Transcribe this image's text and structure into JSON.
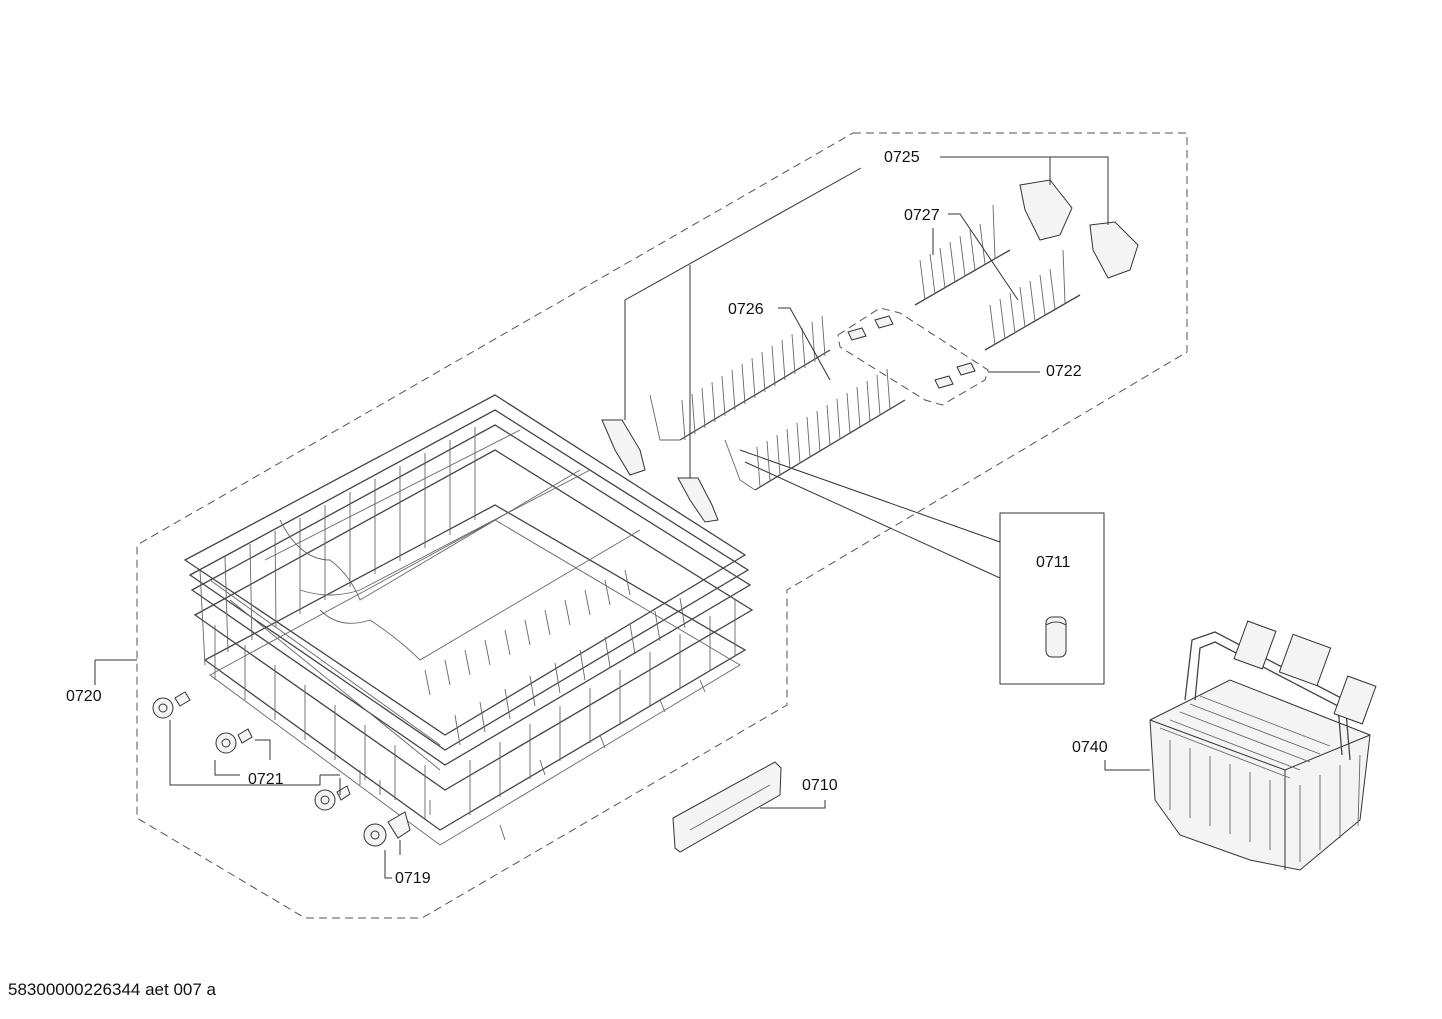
{
  "diagram": {
    "labels": {
      "l0725": "0725",
      "l0727": "0727",
      "l0726": "0726",
      "l0722": "0722",
      "l0711": "0711",
      "l0720": "0720",
      "l0721": "0721",
      "l0710": "0710",
      "l0719": "0719",
      "l0740": "0740"
    }
  },
  "footer": {
    "doc_code": "58300000226344 aet 007 a"
  }
}
